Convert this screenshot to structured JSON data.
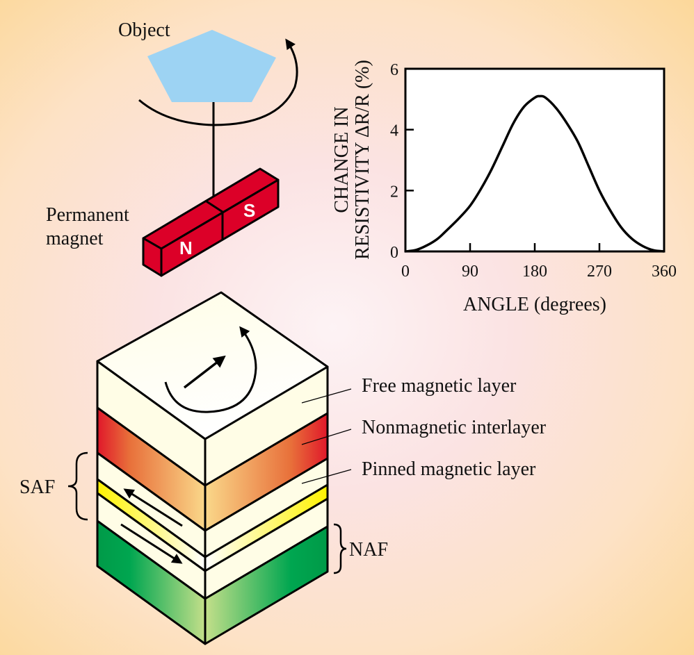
{
  "labels": {
    "object": "Object",
    "magnet_line1": "Permanent",
    "magnet_line2": "magnet",
    "north": "N",
    "south": "S",
    "free_layer": "Free magnetic layer",
    "interlayer": "Nonmagnetic interlayer",
    "pinned_layer": "Pinned magnetic layer",
    "saf": "SAF",
    "naf": "NAF"
  },
  "colors": {
    "object": "#9dd3f3",
    "magnet": "#dc0028",
    "cream": "#fffde6",
    "red": "#e0222a",
    "orange": "#f9d386",
    "yellow": "#fff200",
    "green": "#00a650",
    "lightgreen": "#c4df8a"
  },
  "chart_data": {
    "type": "line",
    "title": "",
    "xlabel": "ANGLE (degrees)",
    "ylabel_line1": "CHANGE IN",
    "ylabel_line2": "RESISTIVITY ΔR/R (%)",
    "xlim": [
      0,
      360
    ],
    "ylim": [
      0,
      6
    ],
    "xticks": [
      "0",
      "90",
      "180",
      "270",
      "360"
    ],
    "yticks": [
      "0",
      "2",
      "4",
      "6"
    ],
    "grid": false,
    "series": [
      {
        "name": "resistivity",
        "x": [
          0,
          15,
          30,
          45,
          60,
          75,
          90,
          105,
          120,
          135,
          150,
          165,
          180,
          187,
          195,
          210,
          225,
          240,
          255,
          270,
          285,
          300,
          315,
          330,
          345,
          360
        ],
        "y": [
          0,
          0.05,
          0.2,
          0.42,
          0.75,
          1.1,
          1.5,
          2.05,
          2.7,
          3.45,
          4.2,
          4.75,
          5.05,
          5.1,
          5.05,
          4.7,
          4.2,
          3.6,
          2.8,
          2.0,
          1.35,
          0.8,
          0.42,
          0.18,
          0.04,
          0
        ]
      }
    ]
  }
}
